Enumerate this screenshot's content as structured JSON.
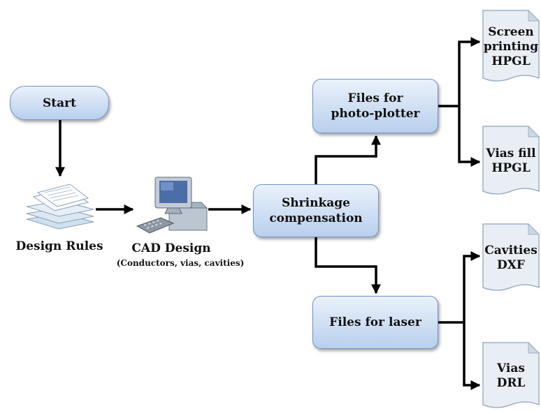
{
  "nodes": {
    "start": "Start",
    "design_rules": "Design Rules",
    "cad_design": "CAD Design",
    "cad_subtitle": "(Conductors, vias, cavities)",
    "shrinkage": "Shrinkage\ncompensation",
    "photo_plotter": "Files for\nphoto-plotter",
    "laser": "Files for laser"
  },
  "outputs": {
    "screen_printing": "Screen\nprinting\nHPGL",
    "vias_fill": "Vias fill\nHPGL",
    "cavities": "Cavities\nDXF",
    "vias_drl": "Vias\nDRL"
  },
  "icons": {
    "design_rules": "stacked-documents-icon",
    "cad_design": "computer-icon"
  },
  "colors": {
    "box_border": "#6f93c7",
    "box_fill_top": "#eaf1fb",
    "box_fill_bottom": "#b9cfee",
    "arrow": "#000000"
  }
}
